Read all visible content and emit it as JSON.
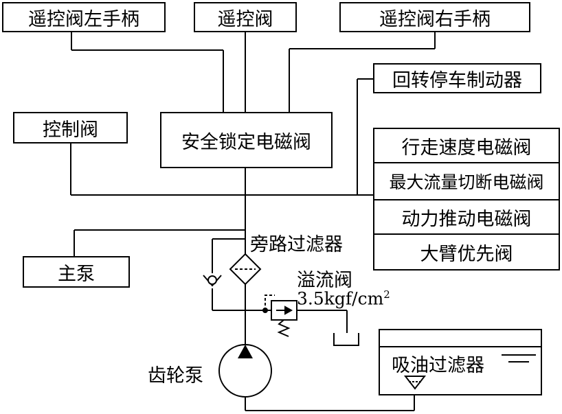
{
  "diagram": {
    "top_boxes": {
      "left_handle": "遥控阀左手柄",
      "remote_valve": "遥控阀",
      "right_handle": "遥控阀右手柄"
    },
    "swing_brake": "回转停车制动器",
    "control_valve": "控制阀",
    "safety_lock": "安全锁定电磁阀",
    "right_stack": [
      "行走速度电磁阀",
      "最大流量切断电磁阀",
      "动力推动电磁阀",
      "大臂优先阀"
    ],
    "main_pump": "主泵",
    "bypass_filter": "旁路过滤器",
    "relief_valve": "溢流阀",
    "relief_pressure": "3.5kgf/cm",
    "relief_pressure_sup": "2",
    "gear_pump": "齿轮泵",
    "suction_filter": "吸油过滤器"
  }
}
